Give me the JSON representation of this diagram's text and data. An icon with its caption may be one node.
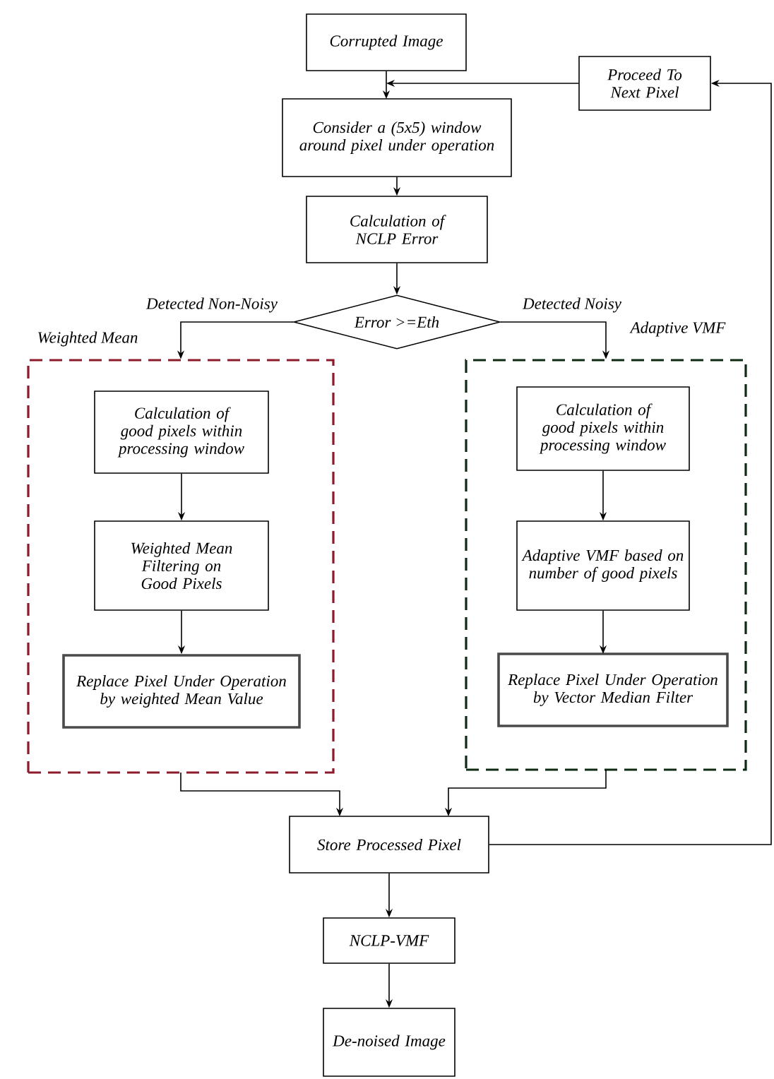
{
  "diagram": {
    "nodes": [
      {
        "text": [
          "Corrupted Image"
        ]
      },
      {
        "text": [
          "Proceed To Next Pixel"
        ]
      },
      {
        "text": [
          "Consider a (5x5) window around pixel under operation"
        ]
      },
      {
        "text": [
          "Calculation of NCLP Error"
        ]
      },
      {
        "text": [
          "Error >=Eth"
        ]
      },
      {
        "text": [
          "Weighted Mean"
        ]
      },
      {
        "text": [
          "Adaptive VMF"
        ]
      },
      {
        "text": [
          "Calculation of good pixels within processing window"
        ],
        "in": 5
      },
      {
        "text": [
          "Weighted Mean Filtering on Good Pixels"
        ],
        "in": 5
      },
      {
        "text": [
          "Replace Pixel Under Operation by weighted Mean Value"
        ],
        "in": 5
      },
      {
        "text": [
          "Calculation of good pixels within processing window"
        ],
        "in": 6
      },
      {
        "text": [
          "Adaptive VMF based on number of good pixels"
        ],
        "in": 6
      },
      {
        "text": [
          "Replace Pixel Under Operation by Vector Median Filter"
        ],
        "in": 6
      },
      {
        "text": [
          "Store Processed Pixel"
        ]
      },
      {
        "text": [
          "NCLP-VMF"
        ]
      },
      {
        "text": [
          "De-noised Image"
        ]
      }
    ],
    "edges": [
      {
        "from": 0,
        "to": 2,
        "arrow": "to"
      },
      {
        "from": 1,
        "to": 2,
        "arrow": "to"
      },
      {
        "from": 2,
        "to": 3,
        "arrow": "to"
      },
      {
        "from": 3,
        "to": 4,
        "arrow": "to"
      },
      {
        "from": 4,
        "to": 5,
        "arrow": "to",
        "label": "Detected Non-Noisy"
      },
      {
        "from": 4,
        "to": 6,
        "arrow": "to",
        "label": "Detected Noisy"
      },
      {
        "from": 7,
        "to": 8,
        "arrow": "to"
      },
      {
        "from": 8,
        "to": 9,
        "arrow": "to"
      },
      {
        "from": 10,
        "to": 11,
        "arrow": "to"
      },
      {
        "from": 11,
        "to": 12,
        "arrow": "to"
      },
      {
        "from": 5,
        "to": 13,
        "arrow": "to"
      },
      {
        "from": 6,
        "to": 13,
        "arrow": "to"
      },
      {
        "from": 13,
        "to": 14,
        "arrow": "to"
      },
      {
        "from": 14,
        "to": 15,
        "arrow": "to"
      },
      {
        "from": 13,
        "to": 1,
        "arrow": "to"
      }
    ]
  }
}
